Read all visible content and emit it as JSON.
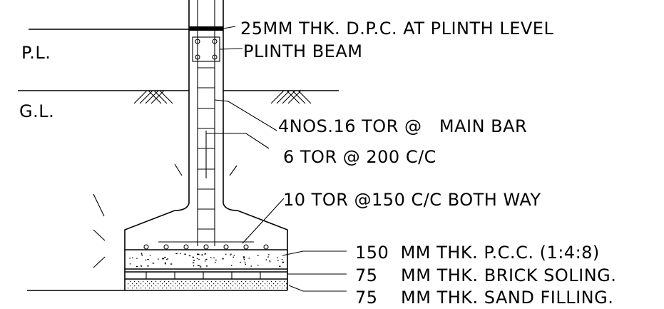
{
  "levels": {
    "plinth": "P.L.",
    "ground": "G.L."
  },
  "labels": {
    "dpc": "25MM THK. D.P.C. AT PLINTH LEVEL",
    "plinth_beam": "PLINTH BEAM",
    "main_bar": "4NOS.16 TOR @   MAIN BAR",
    "stirrups": "6 TOR @ 200 C/C",
    "footing_bars": "10 TOR @150 C/C BOTH WAY",
    "pcc": "150  MM THK. P.C.C. (1:4:8)",
    "brick_soling": "75    MM THK. BRICK SOLING.",
    "sand_filling": "75    MM THK. SAND FILLING."
  }
}
